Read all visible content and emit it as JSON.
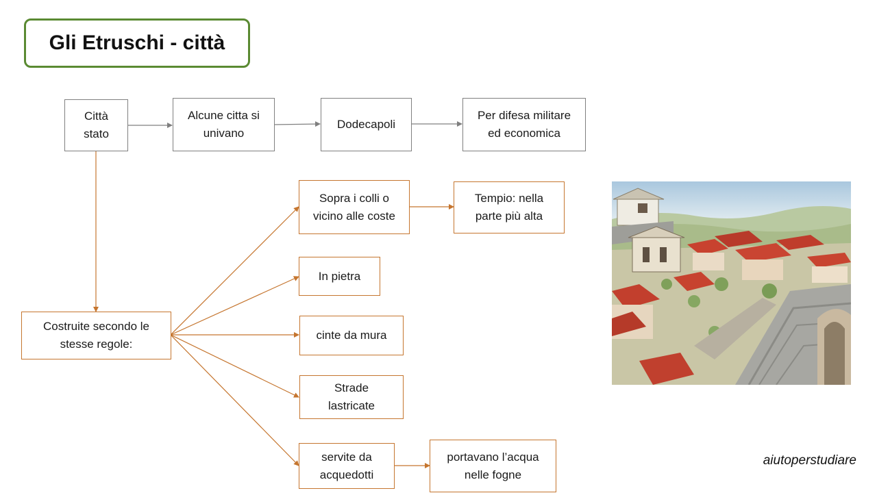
{
  "title": "Gli Etruschi - città",
  "nodes": {
    "citta_stato": "Città\nstato",
    "alcune_citta": "Alcune citta si\nunivano",
    "dodecapoli": "Dodecapoli",
    "difesa": "Per difesa militare\ned economica",
    "costruite": "Costruite secondo le\nstesse regole:",
    "sopra_colli": "Sopra i colli o\nvicino alle coste",
    "tempio": "Tempio: nella\nparte più alta",
    "pietra": "In pietra",
    "mura": "cinte da mura",
    "strade": "Strade\nlastricate",
    "acquedotti": "servite da\nacquedotti",
    "acqua": "portavano l’acqua\nnelle fogne"
  },
  "credit": "aiutoperstudiare",
  "colors": {
    "title_border": "#5a8a32",
    "gray_line": "#7f7f7f",
    "orange_line": "#c5752e"
  }
}
